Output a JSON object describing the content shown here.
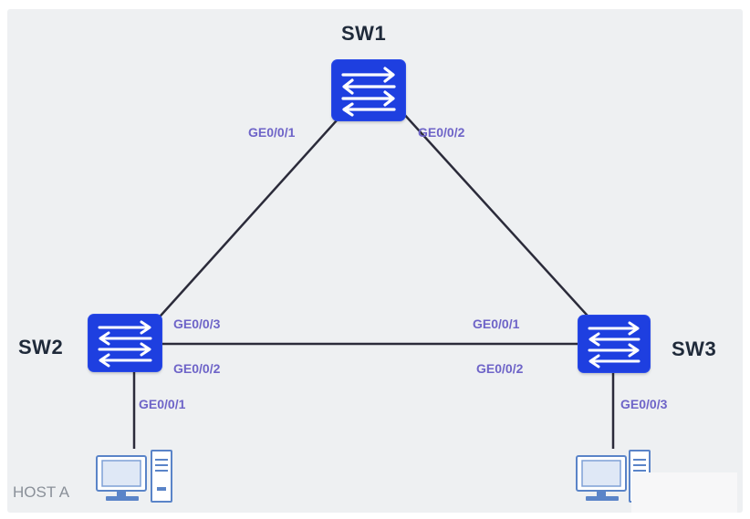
{
  "devices": {
    "sw1": {
      "label": "SW1",
      "icon": "switch-icon"
    },
    "sw2": {
      "label": "SW2",
      "icon": "switch-icon"
    },
    "sw3": {
      "label": "SW3",
      "icon": "switch-icon"
    }
  },
  "hosts": {
    "host_a": {
      "label": "HOST A",
      "icon": "pc-icon"
    },
    "host_b": {
      "label": "",
      "icon": "pc-icon"
    }
  },
  "ports": {
    "sw1_g1": "GE0/0/1",
    "sw1_g2": "GE0/0/2",
    "sw2_g3": "GE0/0/3",
    "sw2_g2": "GE0/0/2",
    "sw2_g1": "GE0/0/1",
    "sw3_g1": "GE0/0/1",
    "sw3_g2": "GE0/0/2",
    "sw3_g3": "GE0/0/3"
  },
  "links": [
    {
      "from": "SW1",
      "to": "SW2"
    },
    {
      "from": "SW1",
      "to": "SW3"
    },
    {
      "from": "SW2",
      "to": "SW3"
    },
    {
      "from": "SW2",
      "to": "HOST A"
    },
    {
      "from": "SW3",
      "to": "host"
    }
  ],
  "colors": {
    "switch": "#1e3fe0",
    "link": "#2b2b3a",
    "port_label": "#6e64c8",
    "device_label": "#1f2a3a",
    "host": "#5a84c8"
  }
}
